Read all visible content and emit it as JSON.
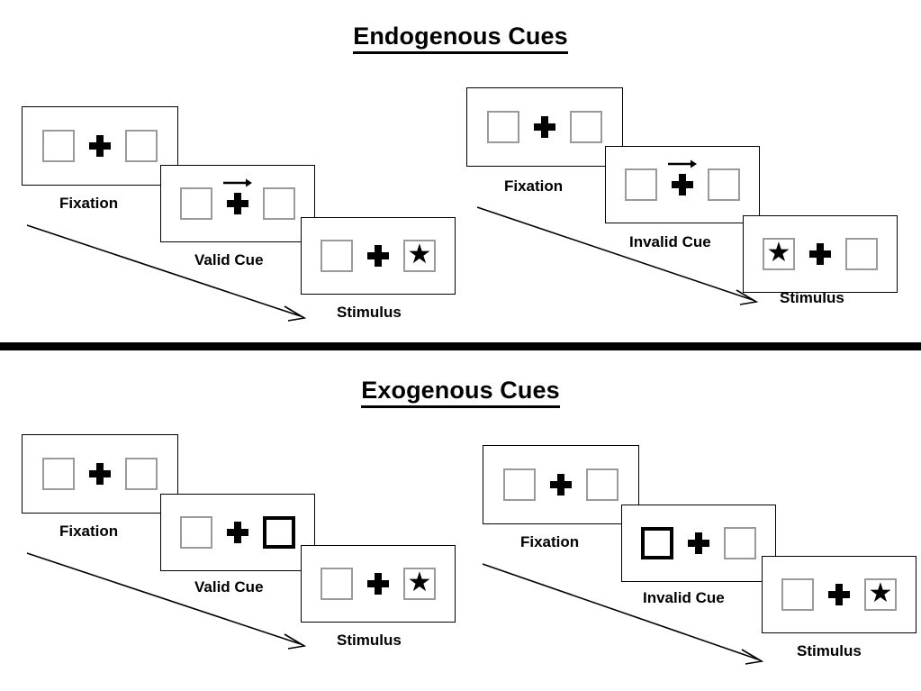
{
  "sections": [
    {
      "id": "endogenous",
      "title": "Endogenous Cues",
      "sequences": [
        {
          "id": "endogenous-valid",
          "steps": [
            {
              "label": "Fixation",
              "left_square": "empty",
              "right_square": "empty",
              "cue_arrow": "none",
              "cued_side": "none"
            },
            {
              "label": "Valid Cue",
              "left_square": "empty",
              "right_square": "empty",
              "cue_arrow": "right",
              "cued_side": "none"
            },
            {
              "label": "Stimulus",
              "left_square": "empty",
              "right_square": "star",
              "cue_arrow": "none",
              "cued_side": "none"
            }
          ]
        },
        {
          "id": "endogenous-invalid",
          "steps": [
            {
              "label": "Fixation",
              "left_square": "empty",
              "right_square": "empty",
              "cue_arrow": "none",
              "cued_side": "none"
            },
            {
              "label": "Invalid Cue",
              "left_square": "empty",
              "right_square": "empty",
              "cue_arrow": "right",
              "cued_side": "none"
            },
            {
              "label": "Stimulus",
              "left_square": "star",
              "right_square": "empty",
              "cue_arrow": "none",
              "cued_side": "none"
            }
          ]
        }
      ]
    },
    {
      "id": "exogenous",
      "title": "Exogenous Cues",
      "sequences": [
        {
          "id": "exogenous-valid",
          "steps": [
            {
              "label": "Fixation",
              "left_square": "empty",
              "right_square": "empty",
              "cue_arrow": "none",
              "cued_side": "none"
            },
            {
              "label": "Valid Cue",
              "left_square": "empty",
              "right_square": "empty",
              "cue_arrow": "none",
              "cued_side": "right"
            },
            {
              "label": "Stimulus",
              "left_square": "empty",
              "right_square": "star",
              "cue_arrow": "none",
              "cued_side": "none"
            }
          ]
        },
        {
          "id": "exogenous-invalid",
          "steps": [
            {
              "label": "Fixation",
              "left_square": "empty",
              "right_square": "empty",
              "cue_arrow": "none",
              "cued_side": "none"
            },
            {
              "label": "Invalid Cue",
              "left_square": "empty",
              "right_square": "empty",
              "cue_arrow": "none",
              "cued_side": "left"
            },
            {
              "label": "Stimulus",
              "left_square": "empty",
              "right_square": "star",
              "cue_arrow": "none",
              "cued_side": "none"
            }
          ]
        }
      ]
    }
  ],
  "glyphs": {
    "star": "★"
  },
  "colors": {
    "square_border": "#9a9a9a",
    "cued_square_border": "#000000",
    "panel_border": "#000000",
    "fixation_cross": "#000000",
    "divider": "#000000",
    "background": "#ffffff"
  }
}
